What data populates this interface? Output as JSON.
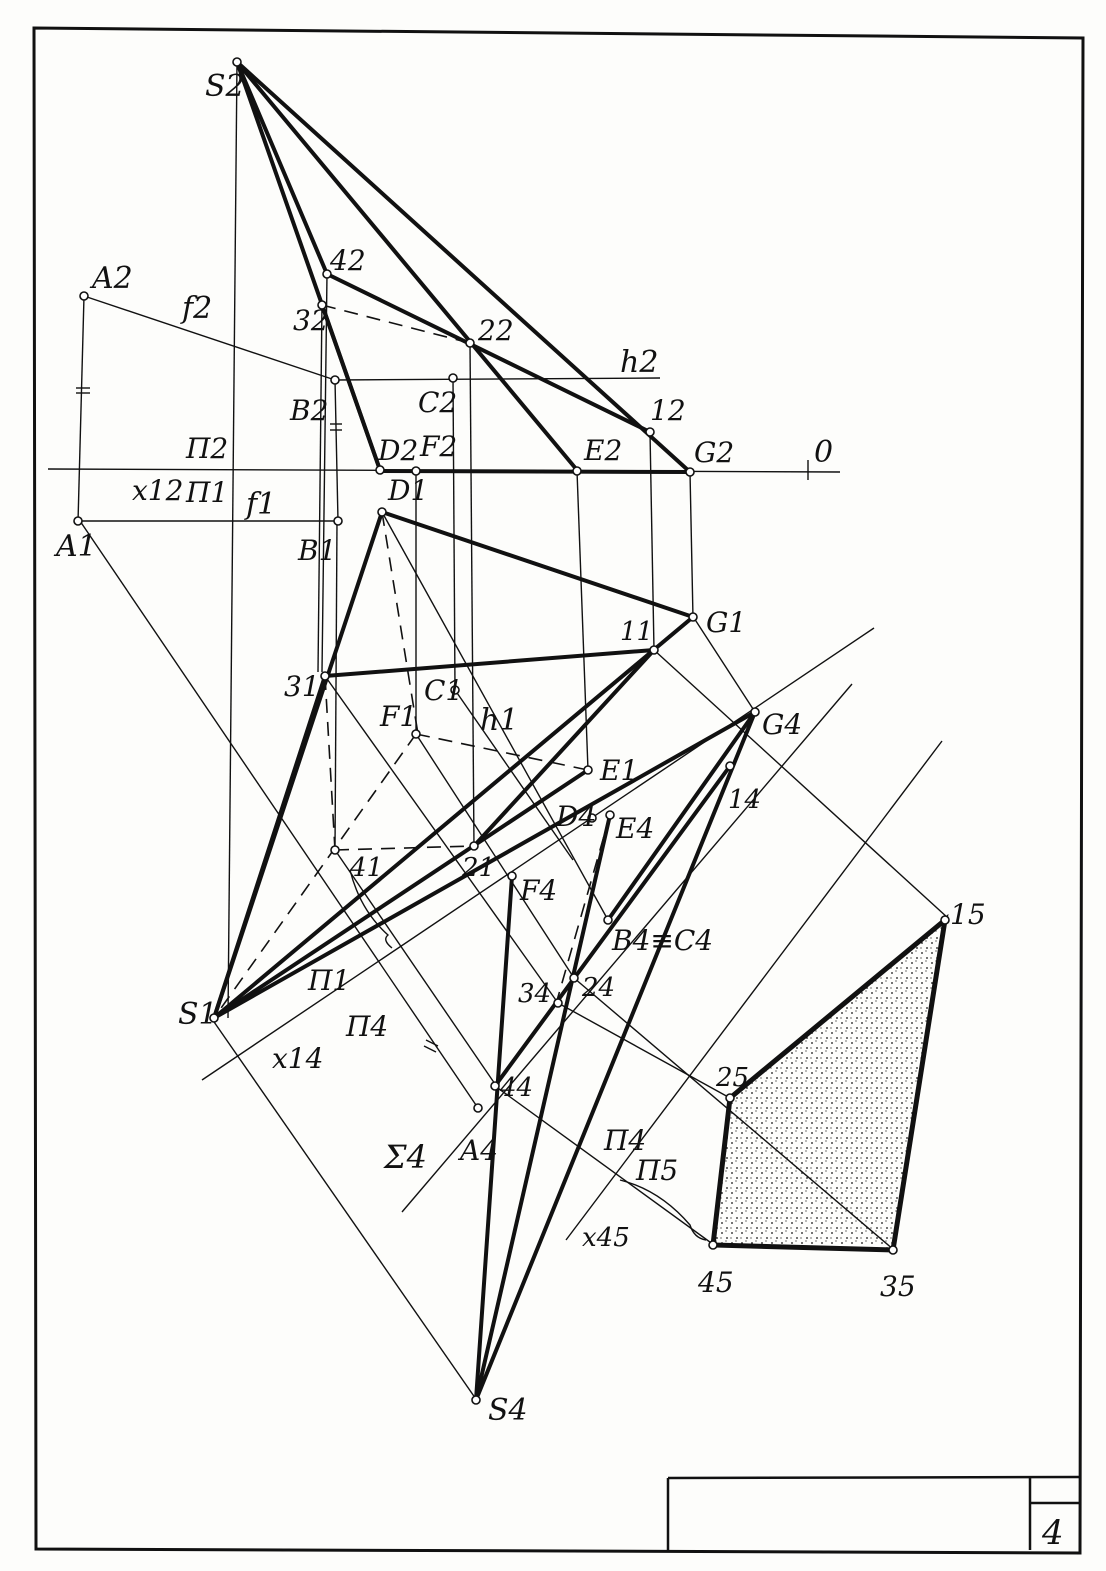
{
  "labels": {
    "S2": "S2",
    "A2": "A2",
    "f2": "f2",
    "42": "42",
    "32": "32",
    "22": "22",
    "h2": "h2",
    "B2": "B2",
    "C2": "C2",
    "12": "12",
    "P2": "Π2",
    "D2": "D2",
    "F2": "F2",
    "E2": "E2",
    "G2": "G2",
    "O": "0",
    "x12": "x12",
    "P1a": "Π1",
    "f1": "f1",
    "D1": "D1",
    "A1": "A1",
    "B1": "B1",
    "G1": "G1",
    "11": "11",
    "31": "31",
    "C1": "C1",
    "h1": "h1",
    "F1": "F1",
    "G4": "G4",
    "14": "14",
    "E1": "E1",
    "D4": "D4",
    "E4": "E4",
    "41": "41",
    "21": "21",
    "F4": "F4",
    "15": "15",
    "B4C4": "B4≡C4",
    "S1": "S1",
    "P1b": "Π1",
    "34": "34",
    "24": "24",
    "x14": "x14",
    "P4a": "Π4",
    "25": "25",
    "44": "44",
    "Sigma4": "Σ4",
    "A4": "A4",
    "P4b": "Π4",
    "P5": "Π5",
    "x45": "x45",
    "45": "45",
    "35": "35",
    "S4": "S4"
  },
  "title_block": {
    "sheet_number": "4"
  }
}
